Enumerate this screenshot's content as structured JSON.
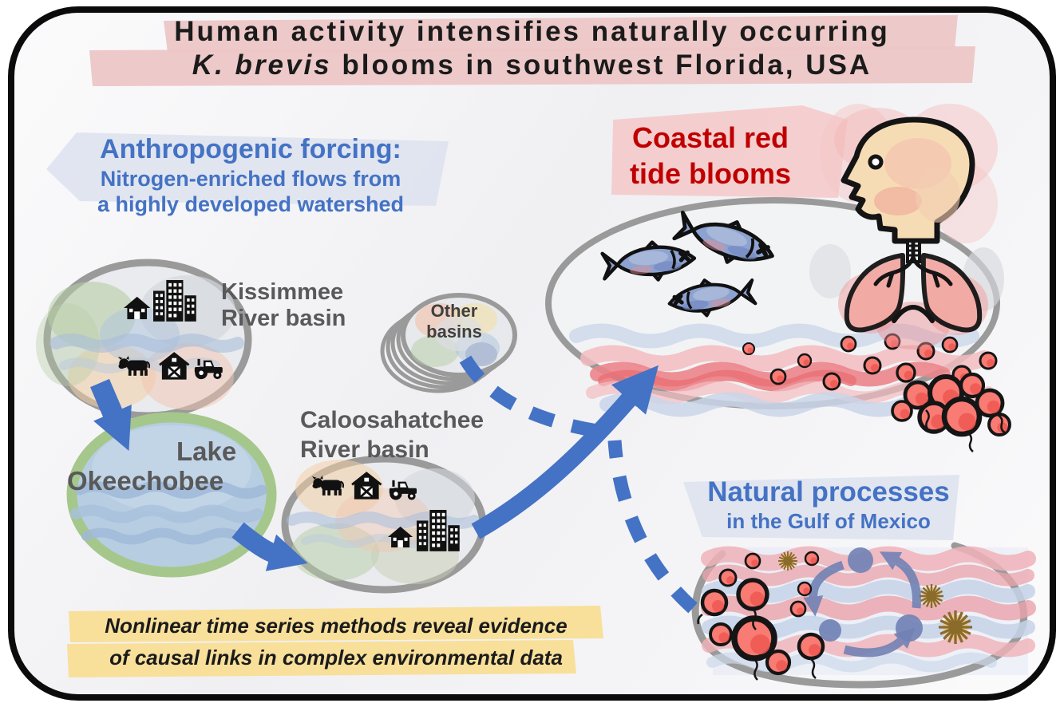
{
  "title": {
    "line1": "Human activity intensifies naturally occurring",
    "line2_species": "K. brevis",
    "line2_rest": " blooms in southwest Florida, USA"
  },
  "anthropogenic": {
    "heading": "Anthropogenic forcing:",
    "line1": "Nitrogen-enriched flows from",
    "line2": "a highly developed watershed"
  },
  "basins": {
    "kissimmee": {
      "line1": "Kissimmee",
      "line2": "River basin"
    },
    "lake": {
      "line1": "Lake",
      "line2": "Okeechobee"
    },
    "caloosahatchee": {
      "line1": "Caloosahatchee",
      "line2": "River basin"
    },
    "other": {
      "line1": "Other",
      "line2": "basins"
    }
  },
  "coastal": {
    "line1": "Coastal red",
    "line2": "tide blooms"
  },
  "natural": {
    "line1": "Natural processes",
    "line2": "in the Gulf of Mexico"
  },
  "statement": {
    "line1": "Nonlinear time series methods reveal evidence",
    "line2": "of causal links in complex environmental data"
  },
  "icons": {
    "house": "house-icon",
    "city": "city-buildings-icon",
    "cow": "cow-icon",
    "barn": "barn-icon",
    "tractor": "tractor-icon",
    "dead_fish": "dead-fish-icon",
    "human_respiratory": "human-head-lungs-icon",
    "algae_cell": "k-brevis-cell-icon",
    "plankton_star": "plankton-star-icon",
    "nutrient_cycle": "nutrient-cycle-icon",
    "water_waves": "water-waves-icon"
  },
  "colors": {
    "accent_blue": "#4472C4",
    "label_gray": "#595959",
    "alert_red": "#C00000",
    "highlight_pink": "#EDC6C6",
    "highlight_yellow": "#F8DE96",
    "highlight_blue": "#DCE2EE",
    "lake_green": "#A6C78B",
    "cell_red": "#F87B74",
    "outline_gray": "#9A9A9A"
  }
}
